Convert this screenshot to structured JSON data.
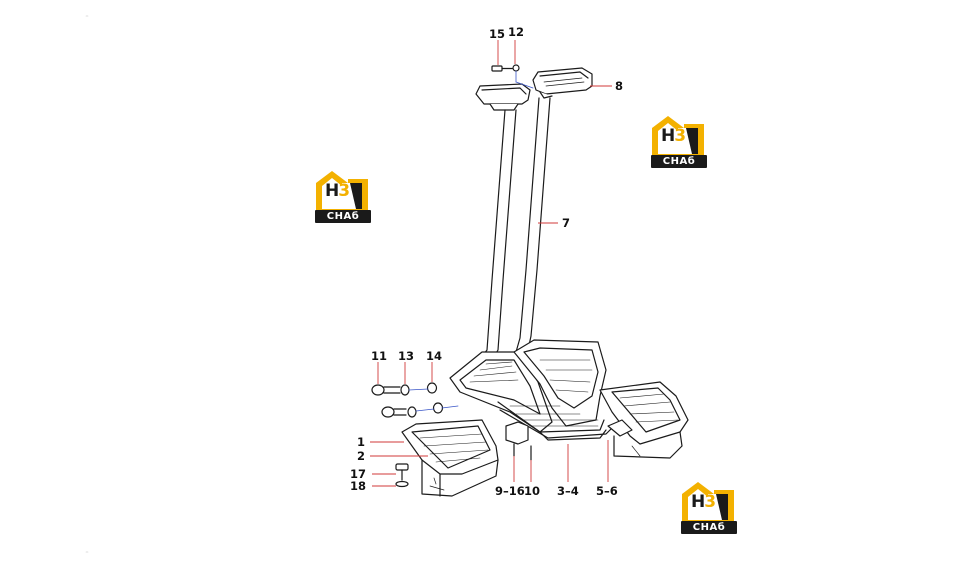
{
  "diagram": {
    "callouts": [
      {
        "id": "c15",
        "text": "15"
      },
      {
        "id": "c12",
        "text": "12"
      },
      {
        "id": "c8",
        "text": "8"
      },
      {
        "id": "c7",
        "text": "7"
      },
      {
        "id": "c11",
        "text": "11"
      },
      {
        "id": "c13",
        "text": "13"
      },
      {
        "id": "c14",
        "text": "14"
      },
      {
        "id": "c1",
        "text": "1"
      },
      {
        "id": "c2",
        "text": "2"
      },
      {
        "id": "c17",
        "text": "17"
      },
      {
        "id": "c18",
        "text": "18"
      },
      {
        "id": "c9_16",
        "text": "9–16"
      },
      {
        "id": "c10",
        "text": "10"
      },
      {
        "id": "c3_4",
        "text": "3–4"
      },
      {
        "id": "c5_6",
        "text": "5–6"
      }
    ],
    "watermark": {
      "monogram_left": "H",
      "monogram_right": "3",
      "wordmark": "CHAб",
      "brand_color": "#f3b100",
      "dark_color": "#1a1a1a"
    }
  }
}
